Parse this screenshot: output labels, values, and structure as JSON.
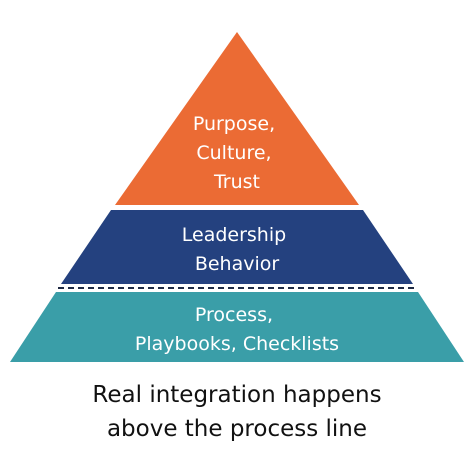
{
  "pyramid": {
    "tiers": [
      {
        "lines": [
          "Purpose,",
          "Culture,",
          "Trust"
        ],
        "color": "#EB6B34"
      },
      {
        "lines": [
          "Leadership",
          "Behavior"
        ],
        "color": "#24417F"
      },
      {
        "lines": [
          "Process,",
          "Playbooks, Checklists"
        ],
        "color": "#3A9EA8"
      }
    ],
    "separator_color": "#1F2A44"
  },
  "caption": {
    "line1": "Real integration happens",
    "line2": "above the process line"
  }
}
